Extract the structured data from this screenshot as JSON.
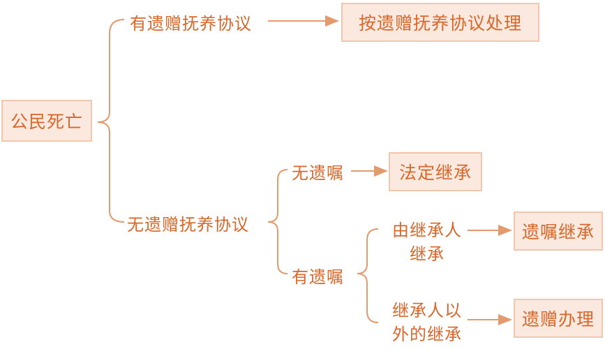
{
  "colors": {
    "text": "#d7672a",
    "box_fill": "#fbe9df",
    "box_border": "#f0c7ad",
    "line": "#e39a6c"
  },
  "root": {
    "label": "公民死亡"
  },
  "branches": {
    "has_agreement": {
      "label": "有遗赠抚养协议",
      "result": "按遗赠抚养协议处理"
    },
    "no_agreement": {
      "label": "无遗赠抚养协议"
    },
    "no_will": {
      "label": "无遗嘱",
      "result": "法定继承"
    },
    "has_will": {
      "label": "有遗嘱"
    },
    "heir_inherits": {
      "line1": "由继承人",
      "line2": "继承",
      "result": "遗嘱继承"
    },
    "non_heir_inherits": {
      "line1": "继承人以",
      "line2": "外的继承",
      "result": "遗赠办理"
    }
  }
}
